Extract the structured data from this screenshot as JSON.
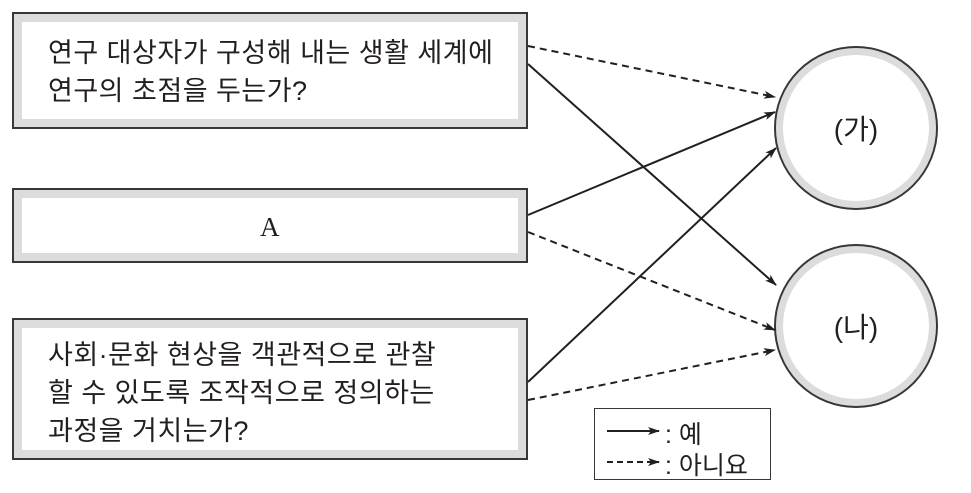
{
  "questions": [
    {
      "lines": [
        "연구 대상자가 구성해 내는 생활 세계에",
        "연구의 초점을 두는가?"
      ]
    },
    {
      "lines": [
        "A"
      ]
    },
    {
      "lines": [
        "사회·문화 현상을 객관적으로 관찰",
        "할 수 있도록 조작적으로 정의하는",
        "과정을 거치는가?"
      ]
    }
  ],
  "outcomes": [
    "(가)",
    "(나)"
  ],
  "legend": {
    "yes": ": 예",
    "no": ": 아니요"
  }
}
